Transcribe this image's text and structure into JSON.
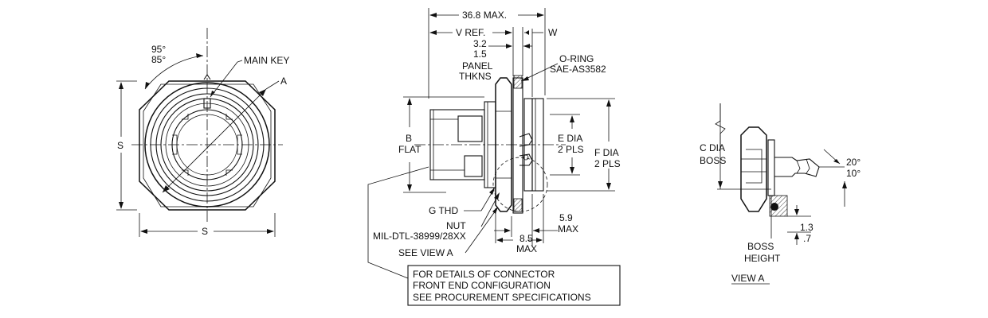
{
  "front_view": {
    "angle_max": "95°",
    "angle_min": "85°",
    "main_key": "MAIN KEY",
    "label_a": "A",
    "label_s_vertical": "S",
    "label_s_horizontal": "S"
  },
  "side_view": {
    "overall_length": "36.8 MAX.",
    "v_ref": "V REF.",
    "w": "W",
    "panel_max": "3.2",
    "panel_min": "1.5",
    "panel_label_1": "PANEL",
    "panel_label_2": "THKNS",
    "oring_1": "O-RING",
    "oring_2": "SAE-AS3582",
    "b_label_1": "B",
    "b_label_2": "FLAT",
    "e_label_1": "E DIA",
    "e_label_2": "2 PLS",
    "f_label_1": "F DIA",
    "f_label_2": "2 PLS",
    "g_thd": "G THD",
    "nut_1": "NUT",
    "nut_2": "MIL-DTL-38999/28XX",
    "see_view": "SEE VIEW A",
    "dim_59_1": "5.9",
    "dim_59_2": "MAX",
    "dim_85_1": "8.5",
    "dim_85_2": "MAX"
  },
  "note_box": {
    "line1": "FOR DETAILS OF CONNECTOR",
    "line2": "FRONT END CONFIGURATION",
    "line3": "SEE PROCUREMENT SPECIFICATIONS"
  },
  "view_a": {
    "c_dia_1": "C DIA",
    "c_dia_2": "BOSS",
    "angle_max": "20°",
    "angle_min": "10°",
    "boss_max": "1.3",
    "boss_min": ".7",
    "boss_label_1": "BOSS",
    "boss_label_2": "HEIGHT",
    "title": "VIEW A"
  }
}
